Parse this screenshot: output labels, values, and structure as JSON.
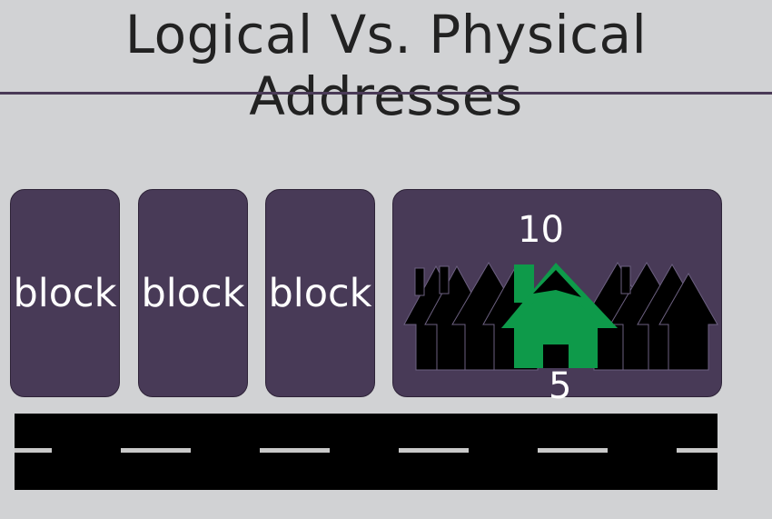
{
  "title": "Logical Vs. Physical Addresses",
  "blocks": [
    {
      "label": "block"
    },
    {
      "label": "block"
    },
    {
      "label": "block"
    }
  ],
  "house_block": {
    "top_number": "10",
    "bottom_number": "5"
  },
  "colors": {
    "background": "#d1d2d4",
    "block_fill": "#483a57",
    "highlight_house": "#0e9a4a",
    "road": "#000000"
  }
}
